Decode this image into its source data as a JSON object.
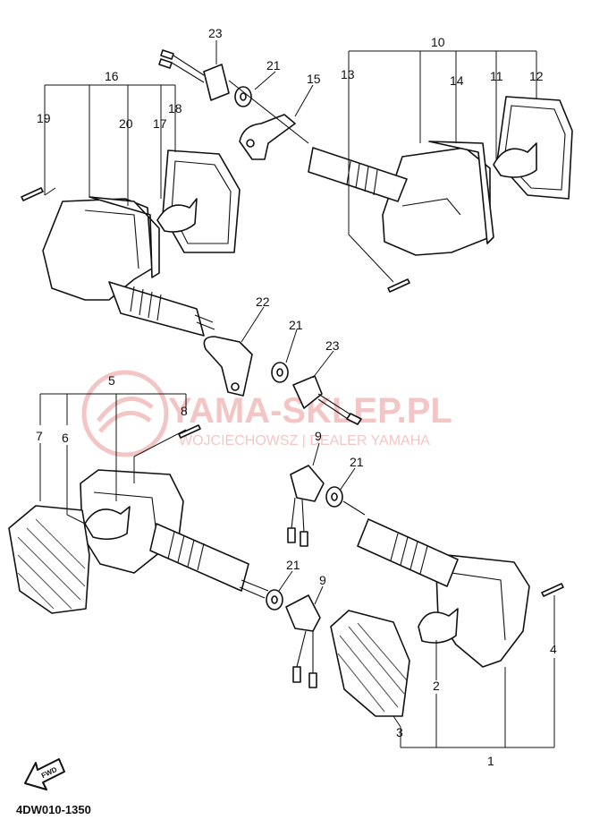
{
  "callouts": {
    "c1": "1",
    "c2": "2",
    "c3": "3",
    "c4": "4",
    "c5": "5",
    "c6": "6",
    "c7": "7",
    "c8": "8",
    "c9a": "9",
    "c9b": "9",
    "c10": "10",
    "c11": "11",
    "c12": "12",
    "c13": "13",
    "c14": "14",
    "c15": "15",
    "c16": "16",
    "c17": "17",
    "c18": "18",
    "c19": "19",
    "c20": "20",
    "c21a": "21",
    "c21b": "21",
    "c21c": "21",
    "c21d": "21",
    "c22": "22",
    "c23a": "23",
    "c23b": "23"
  },
  "watermark": {
    "brand": "YAMA-SKLEP.PL",
    "subline": "WOJCIECHOWSZ | DEALER YAMAHA",
    "color": "#f3bcbc"
  },
  "fwd_label": "FWD",
  "diagram_code": "4DW010-1350"
}
